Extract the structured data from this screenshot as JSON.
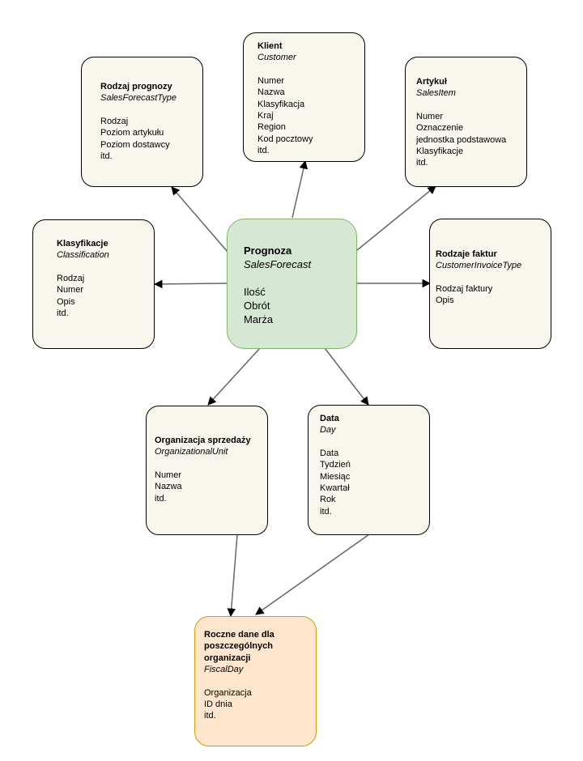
{
  "colors": {
    "entity_fill": "#f9f7ed",
    "entity_stroke": "#000000",
    "center_fill": "#d5e8d4",
    "center_stroke": "#82b366",
    "fiscal_fill": "#ffe6cc",
    "fiscal_stroke": "#d79b00",
    "edge": "#000000"
  },
  "nodes": {
    "center": {
      "title": "Prognoza",
      "subtitle": "SalesForecast",
      "attrs": [
        "Ilość",
        "Obrót",
        "Marża"
      ]
    },
    "forecast_type": {
      "title": "Rodzaj prognozy",
      "subtitle": "SalesForecastType",
      "attrs": [
        "Rodzaj",
        "Poziom artykułu",
        "Poziom dostawcy",
        "itd."
      ]
    },
    "customer": {
      "title": "Klient",
      "subtitle": "Customer",
      "attrs": [
        "Numer",
        "Nazwa",
        "Klasyfikacja",
        "Kraj",
        "Region",
        "Kod pocztowy",
        "itd."
      ]
    },
    "item": {
      "title": "Artykuł",
      "subtitle": "SalesItem",
      "attrs": [
        "Numer",
        "Oznaczenie",
        "jednostka podstawowa",
        "Klasyfikacje",
        "itd."
      ]
    },
    "classification": {
      "title": "Klasyfikacje",
      "subtitle": "Classification",
      "attrs": [
        "Rodzaj",
        "Numer",
        "Opis",
        "itd."
      ]
    },
    "invoice_type": {
      "title": "Rodzaje faktur",
      "subtitle": "CustomerInvoiceType",
      "attrs": [
        "Rodzaj faktury",
        "Opis"
      ]
    },
    "org_unit": {
      "title": "Organizacja sprzedaży",
      "subtitle": "OrganizationalUnit",
      "attrs": [
        "Numer",
        "Nazwa",
        "itd."
      ]
    },
    "day": {
      "title": "Data",
      "subtitle": "Day",
      "attrs": [
        "Data",
        "Tydzień",
        "Miesiąc",
        "Kwartał",
        "Rok",
        "itd."
      ]
    },
    "fiscal_day": {
      "title": "Roczne dane dla poszczególnych organizacji",
      "subtitle": "FiscalDay",
      "attrs": [
        "Organizacja",
        "ID dnia",
        "itd."
      ]
    }
  },
  "edges": [
    {
      "from": "center",
      "to": "forecast_type"
    },
    {
      "from": "center",
      "to": "customer"
    },
    {
      "from": "center",
      "to": "item"
    },
    {
      "from": "center",
      "to": "classification"
    },
    {
      "from": "center",
      "to": "invoice_type"
    },
    {
      "from": "center",
      "to": "org_unit"
    },
    {
      "from": "center",
      "to": "day"
    },
    {
      "from": "org_unit",
      "to": "fiscal_day"
    },
    {
      "from": "day",
      "to": "fiscal_day"
    }
  ]
}
